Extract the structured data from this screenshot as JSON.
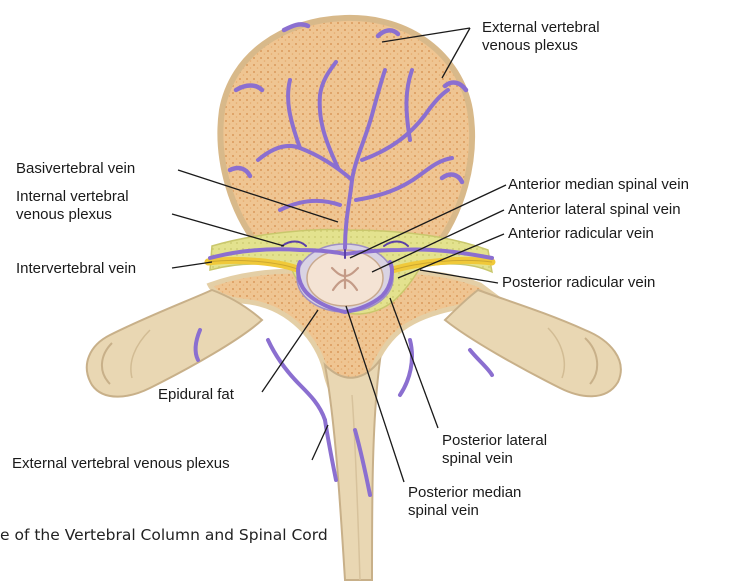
{
  "colors": {
    "bone_fill": "#efc592",
    "bone_dots": "#c9772e",
    "cortex": "#e8d8b4",
    "vein": "#8b6fd0",
    "vein_dark": "#5b3fa8",
    "fat": "#e3e28e",
    "nerve": "#f0c93a",
    "cord": "#f4e3d4"
  },
  "labels": {
    "external_plexus_top_1": "External vertebral",
    "external_plexus_top_2": "venous plexus",
    "basivertebral": "Basivertebral vein",
    "internal_plexus_1": "Internal vertebral",
    "internal_plexus_2": "venous plexus",
    "intervertebral": "Intervertebral vein",
    "anterior_median": "Anterior median spinal vein",
    "anterior_lateral": "Anterior lateral spinal vein",
    "anterior_radicular": "Anterior radicular vein",
    "posterior_radicular": "Posterior radicular vein",
    "epidural_fat": "Epidural fat",
    "external_plexus_bottom": "External vertebral venous plexus",
    "posterior_lateral_1": "Posterior lateral",
    "posterior_lateral_2": "spinal vein",
    "posterior_median_1": "Posterior median",
    "posterior_median_2": "spinal vein"
  },
  "caption": "e of the Vertebral Column and Spinal Cord"
}
